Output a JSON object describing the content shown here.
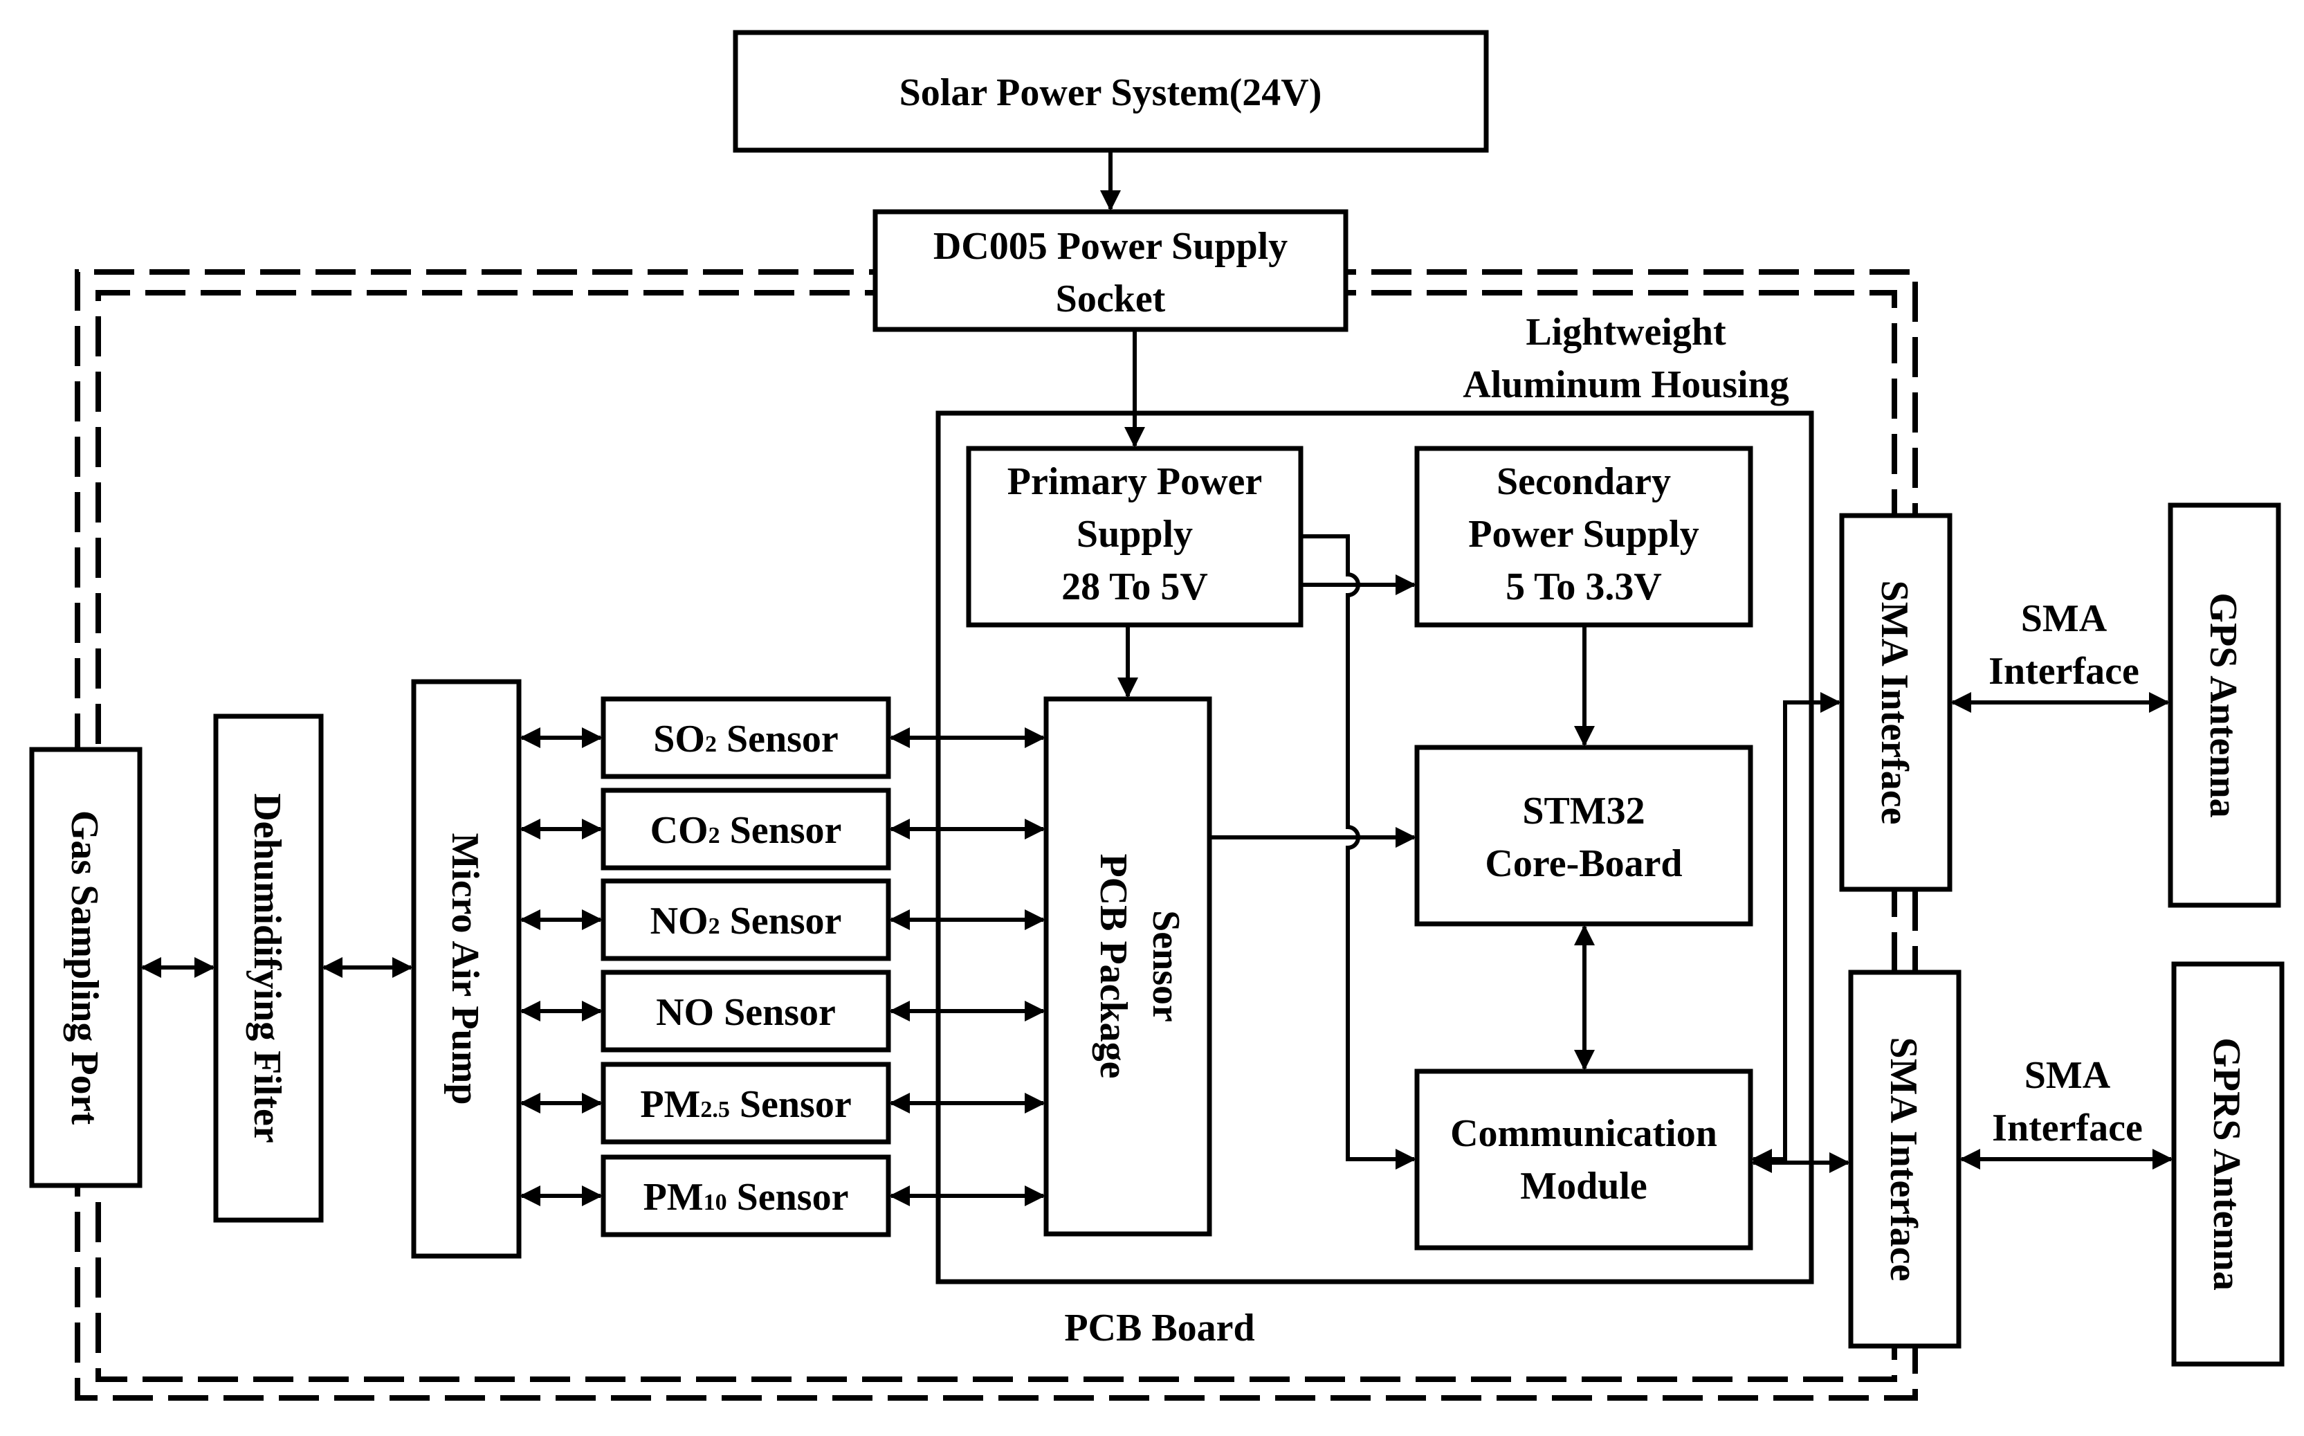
{
  "colors": {
    "stroke": "#000000",
    "background": "#ffffff"
  },
  "labels": {
    "solar": "Solar Power System(24V)",
    "dc005_line1": "DC005 Power Supply",
    "dc005_line2": "Socket",
    "housing_line1": "Lightweight",
    "housing_line2": "Aluminum Housing",
    "primary_line1": "Primary Power",
    "primary_line2": "Supply",
    "primary_line3": "28 To 5V",
    "secondary_line1": "Secondary",
    "secondary_line2": "Power Supply",
    "secondary_line3": "5 To 3.3V",
    "stm32_line1": "STM32",
    "stm32_line2": "Core-Board",
    "comm_line1": "Communication",
    "comm_line2": "Module",
    "sensor_pkg_line1": "Sensor",
    "sensor_pkg_line2": "PCB Package",
    "pump": "Micro Air Pump",
    "filter": "Dehumidifying Filter",
    "port": "Gas Sampling Port",
    "pcb_board": "PCB Board",
    "sma_iface_top": "SMA Interface",
    "sma_iface_bottom": "SMA Interface",
    "sma_label_top_line1": "SMA",
    "sma_label_top_line2": "Interface",
    "sma_label_bottom_line1": "SMA",
    "sma_label_bottom_line2": "Interface",
    "gps": "GPS Antenna",
    "gprs": "GPRS Antenna"
  },
  "sensors": [
    {
      "base": "SO",
      "sub": "2",
      "suffix": " Sensor"
    },
    {
      "base": "CO",
      "sub": "2",
      "suffix": " Sensor"
    },
    {
      "base": "NO",
      "sub": "2",
      "suffix": " Sensor"
    },
    {
      "base": "NO",
      "sub": "",
      "suffix": " Sensor"
    },
    {
      "base": "PM",
      "sub": "2.5",
      "suffix": " Sensor"
    },
    {
      "base": "PM",
      "sub": "10",
      "suffix": " Sensor"
    }
  ]
}
